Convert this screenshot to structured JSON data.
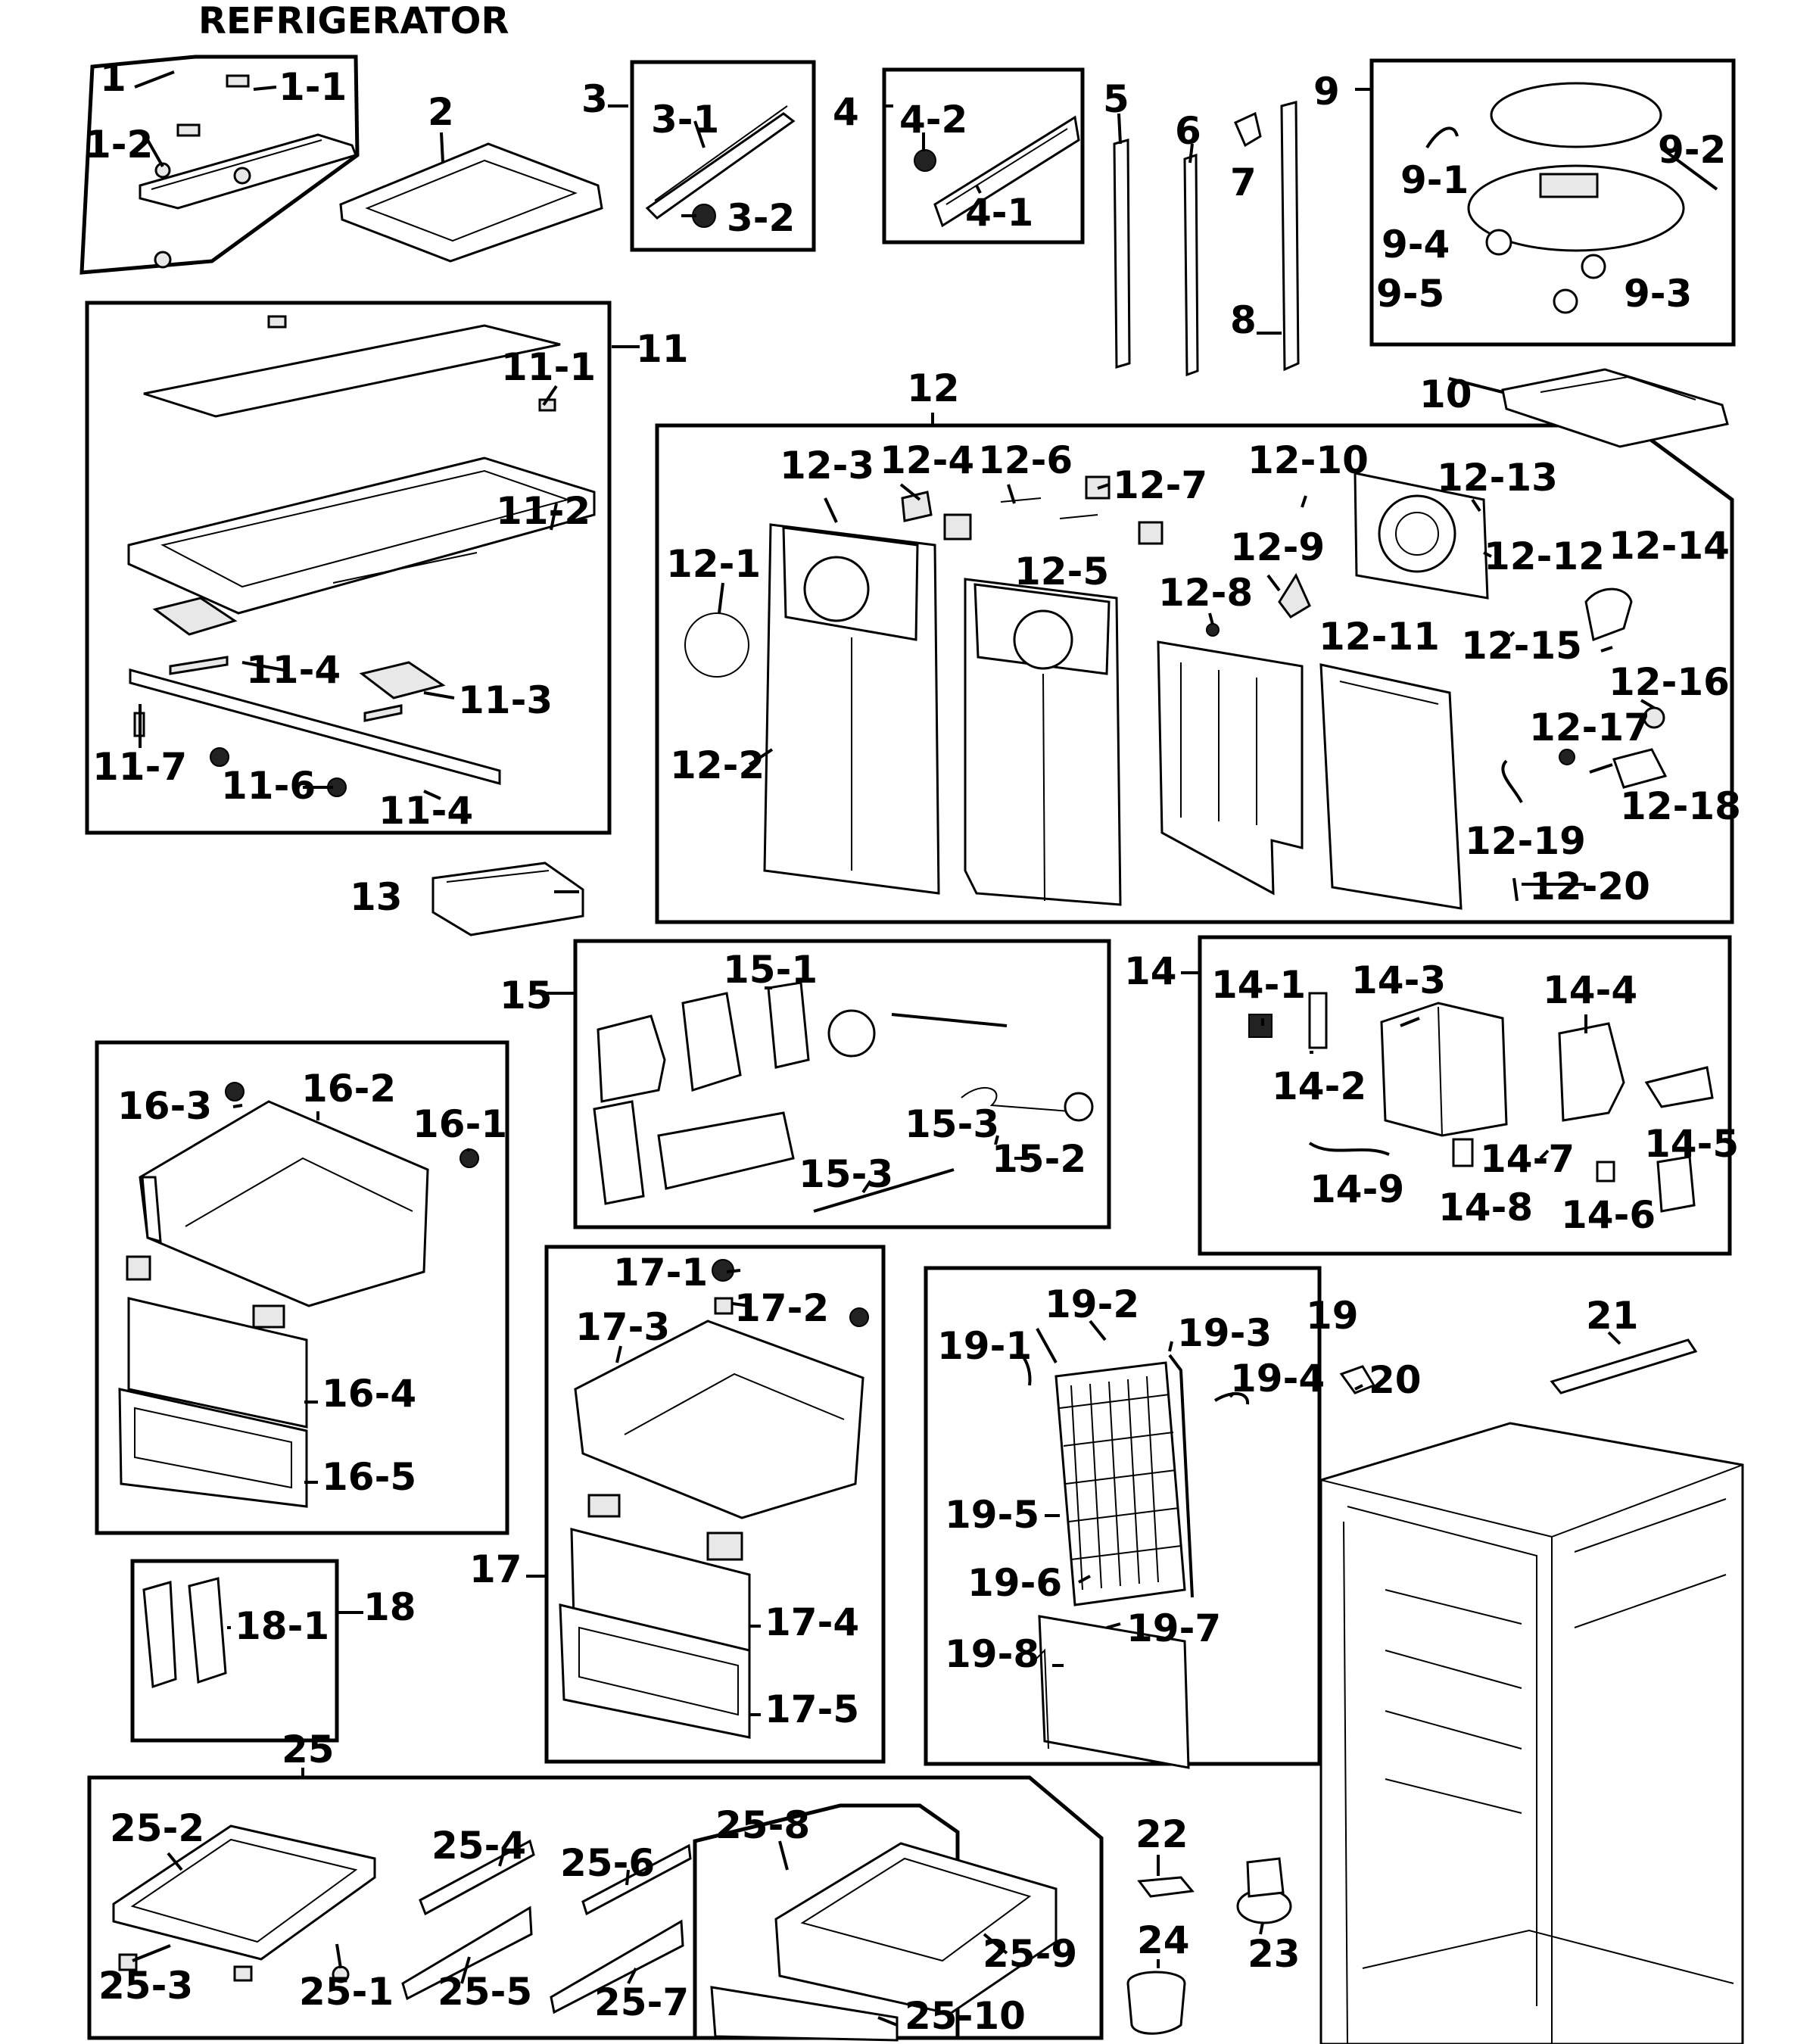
{
  "title": "REFRIGERATOR",
  "labels": {
    "l1": "1",
    "l1_1": "1-1",
    "l1_2": "1-2",
    "l2": "2",
    "l3": "3",
    "l3_1": "3-1",
    "l3_2": "3-2",
    "l4": "4",
    "l4_1": "4-1",
    "l4_2": "4-2",
    "l5": "5",
    "l6": "6",
    "l7": "7",
    "l8": "8",
    "l9": "9",
    "l9_1": "9-1",
    "l9_2": "9-2",
    "l9_3": "9-3",
    "l9_4": "9-4",
    "l9_5": "9-5",
    "l10": "10",
    "l11": "11",
    "l11_1": "11-1",
    "l11_2": "11-2",
    "l11_3": "11-3",
    "l11_4a": "11-4",
    "l11_4b": "11-4",
    "l11_6": "11-6",
    "l11_7": "11-7",
    "l12": "12",
    "l12_1": "12-1",
    "l12_2": "12-2",
    "l12_3": "12-3",
    "l12_4": "12-4",
    "l12_5": "12-5",
    "l12_6": "12-6",
    "l12_7": "12-7",
    "l12_8": "12-8",
    "l12_9": "12-9",
    "l12_10": "12-10",
    "l12_11": "12-11",
    "l12_12": "12-12",
    "l12_13": "12-13",
    "l12_14": "12-14",
    "l12_15": "12-15",
    "l12_16": "12-16",
    "l12_17": "12-17",
    "l12_18": "12-18",
    "l12_19": "12-19",
    "l12_20": "12-20",
    "l13": "13",
    "l14": "14",
    "l14_1": "14-1",
    "l14_2": "14-2",
    "l14_3": "14-3",
    "l14_4": "14-4",
    "l14_5": "14-5",
    "l14_6": "14-6",
    "l14_7": "14-7",
    "l14_8": "14-8",
    "l14_9": "14-9",
    "l15": "15",
    "l15_1": "15-1",
    "l15_2": "15-2",
    "l15_3a": "15-3",
    "l15_3b": "15-3",
    "l16_1": "16-1",
    "l16_2": "16-2",
    "l16_3": "16-3",
    "l16_4": "16-4",
    "l16_5": "16-5",
    "l17": "17",
    "l17_1": "17-1",
    "l17_2": "17-2",
    "l17_3": "17-3",
    "l17_4": "17-4",
    "l17_5": "17-5",
    "l18": "18",
    "l18_1": "18-1",
    "l19": "19",
    "l19_1": "19-1",
    "l19_2": "19-2",
    "l19_3": "19-3",
    "l19_4": "19-4",
    "l19_5": "19-5",
    "l19_6": "19-6",
    "l19_7": "19-7",
    "l19_8": "19-8",
    "l20": "20",
    "l21": "21",
    "l22": "22",
    "l23": "23",
    "l24": "24",
    "l25": "25",
    "l25_1": "25-1",
    "l25_2": "25-2",
    "l25_3": "25-3",
    "l25_4": "25-4",
    "l25_5": "25-5",
    "l25_6": "25-6",
    "l25_7": "25-7",
    "l25_8": "25-8",
    "l25_9": "25-9",
    "l25_10": "25-10"
  }
}
